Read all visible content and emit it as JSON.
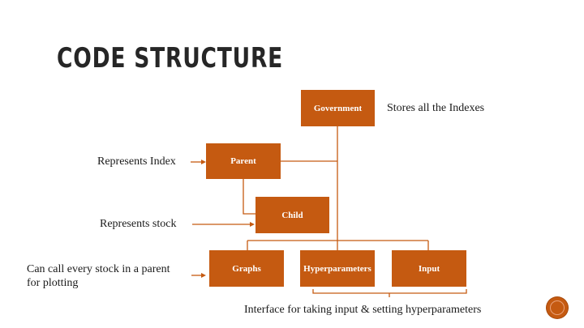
{
  "slide": {
    "title": "CODE STRUCTURE"
  },
  "boxes": {
    "government": "Government",
    "parent": "Parent",
    "child": "Child",
    "graphs": "Graphs",
    "hyperparameters": "Hyperparameters",
    "input": "Input"
  },
  "annotations": {
    "government_note": "Stores all the Indexes",
    "parent_note": "Represents Index",
    "child_note": "Represents stock",
    "graphs_note_line1": "Can call every stock in a parent",
    "graphs_note_line2": "for plotting",
    "bottom_note": "Interface for taking input & setting hyperparameters"
  },
  "colors": {
    "box_fill": "#c55a11",
    "box_text": "#ffffff",
    "title": "#262626"
  }
}
